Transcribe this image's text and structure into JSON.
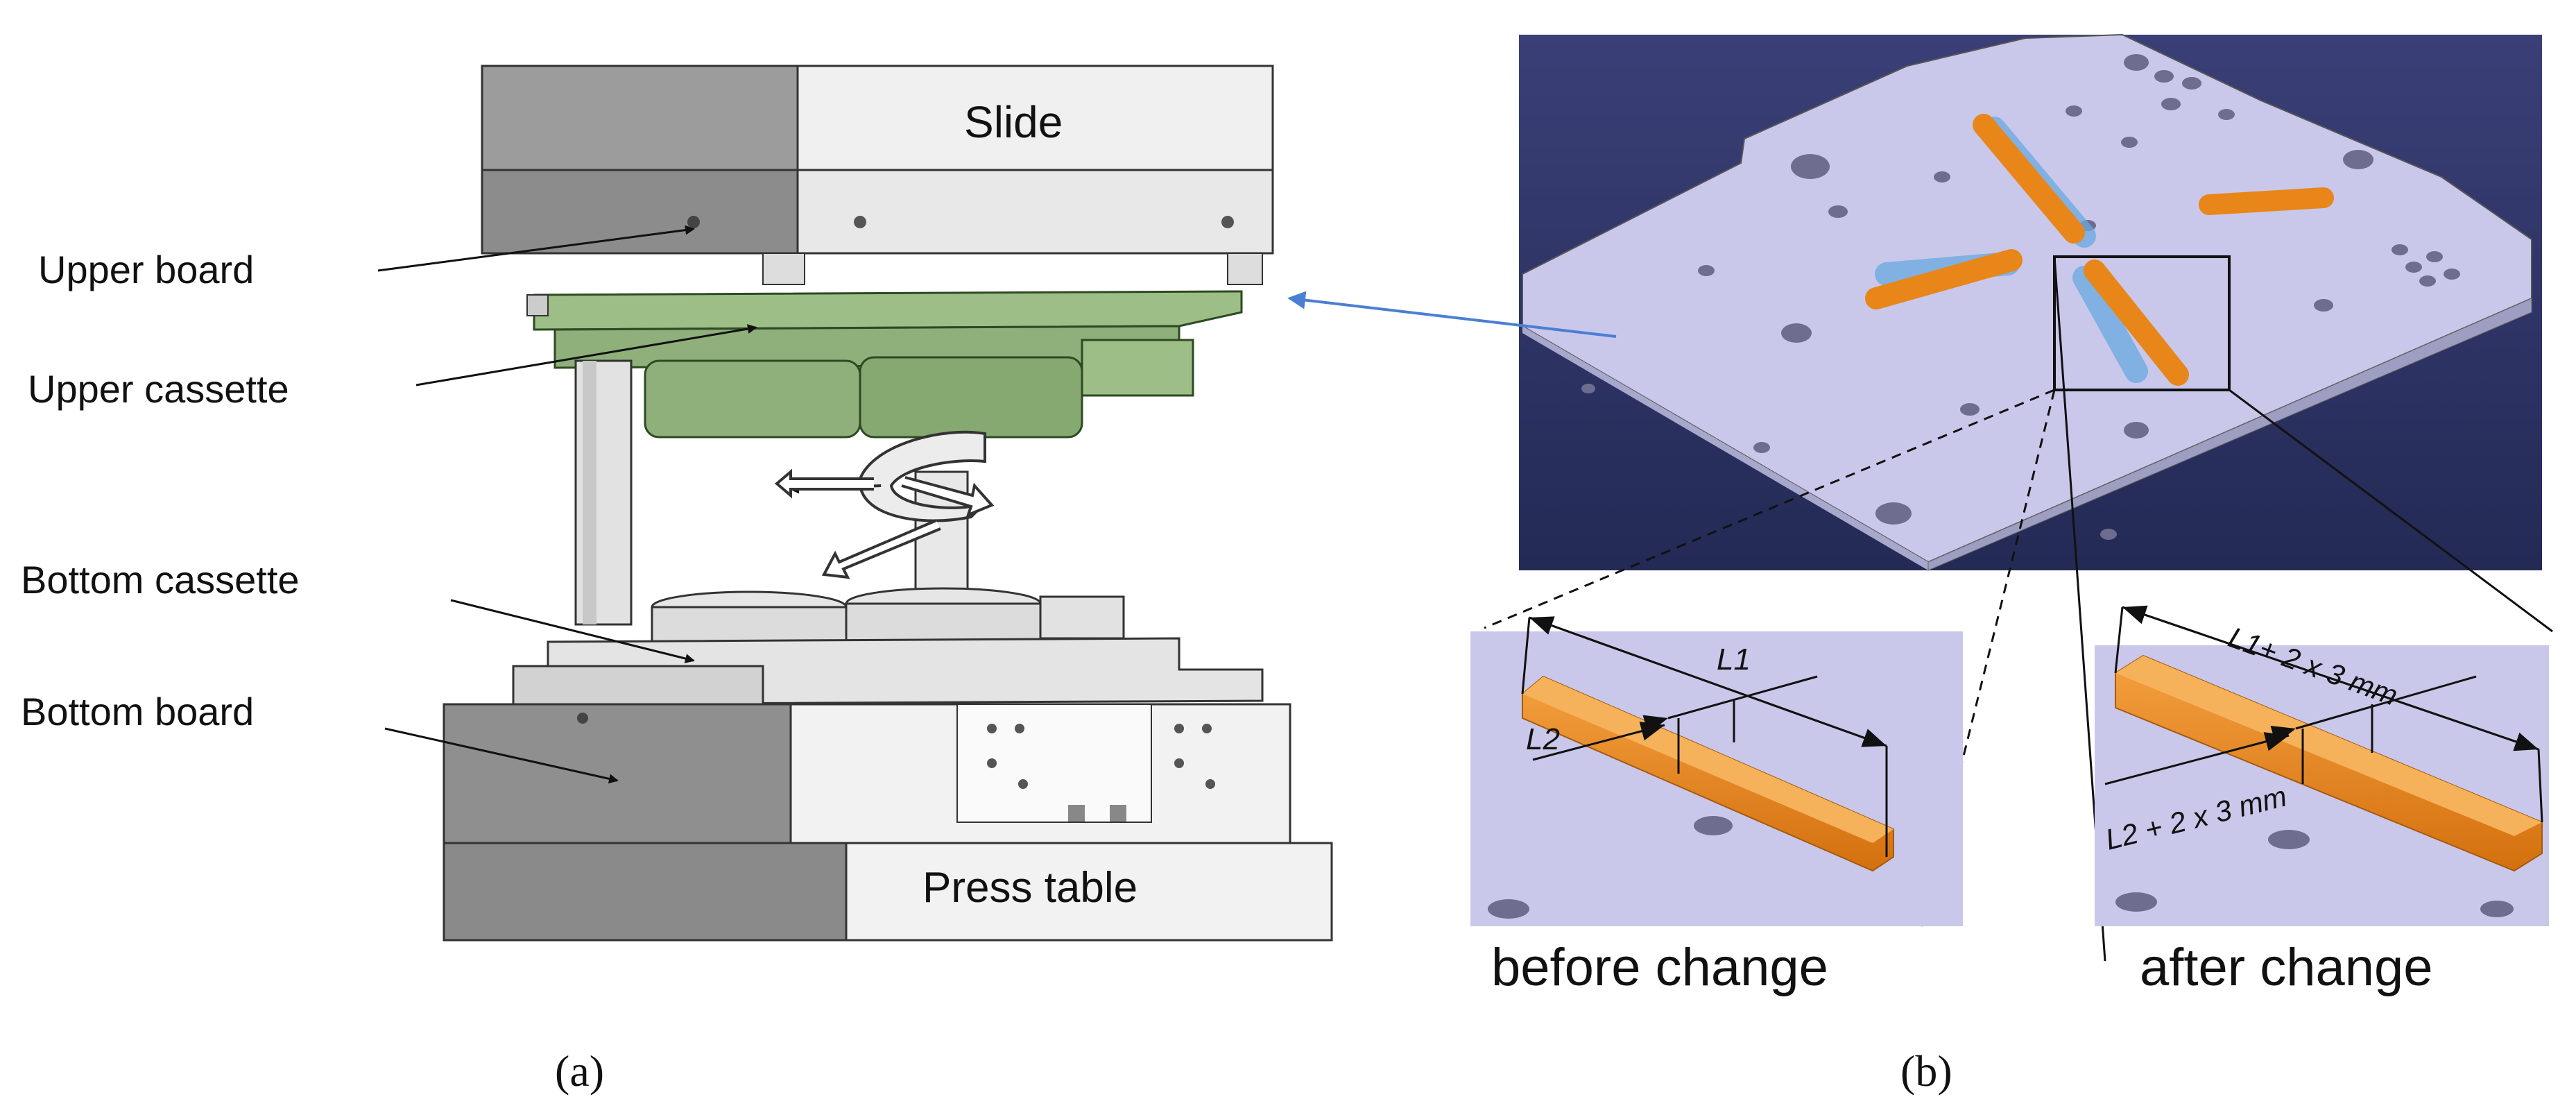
{
  "panel_a": {
    "label": "(a)",
    "parts": {
      "slide": "Slide",
      "upper_board": "Upper board",
      "upper_cassette": "Upper cassette",
      "bottom_cassette": "Bottom cassette",
      "bottom_board": "Bottom board",
      "press_table": "Press table"
    }
  },
  "panel_b": {
    "label": "(b)",
    "before": {
      "caption": "before change",
      "dim_length": "L1",
      "dim_width": "L2"
    },
    "after": {
      "caption": "after change",
      "dim_length": "L1+ 2 x 3 mm",
      "dim_width": "L2 + 2 x 3 mm"
    }
  },
  "colors": {
    "press_grey": "#9a9a9a",
    "press_light": "#e6e6e6",
    "cassette_green": "#8fb07a",
    "plate_lavender": "#c9c8ea",
    "sky": "#2f3569",
    "slot_orange": "#e8861a",
    "slot_blue": "#6aa8e0",
    "arrow_blue": "#4a7fd4"
  }
}
